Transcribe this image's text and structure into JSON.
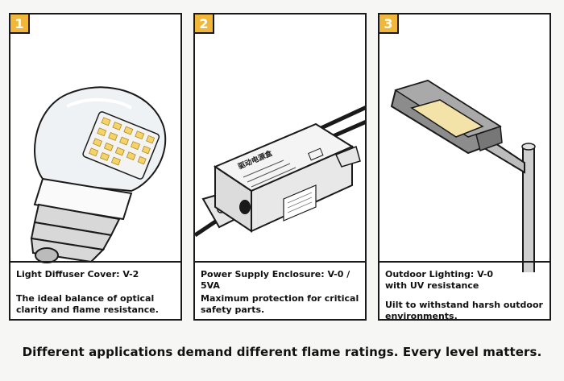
{
  "panels": [
    {
      "number": "1",
      "title": "Light Diffuser Cover: V-2",
      "description": "The ideal balance of optical clarity and flame resistance.",
      "image_icon": "led-bulb-icon"
    },
    {
      "number": "2",
      "title": "Power Supply Enclosure: V-0 / 5VA",
      "description": "Maximum protection for critical safety parts.",
      "image_icon": "power-supply-box-icon",
      "box_label": "驱动电源盒"
    },
    {
      "number": "3",
      "title": "Outdoor Lighting: V-0\nwith UV resistance",
      "description": "Uilt to withstand harsh outdoor environments.",
      "image_icon": "street-light-icon"
    }
  ],
  "caption": "Different applications demand different flame ratings. Every level matters.",
  "colors": {
    "badge": "#f0b73a",
    "border": "#1a1a1a",
    "background": "#f6f6f4"
  }
}
